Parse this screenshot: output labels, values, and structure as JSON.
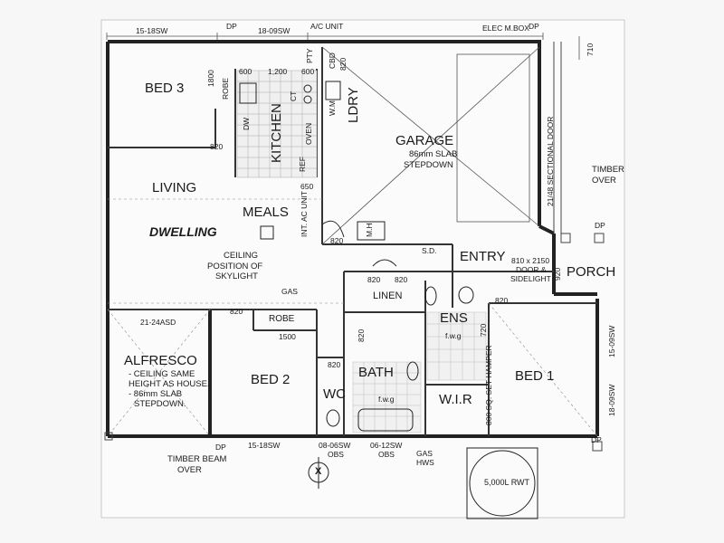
{
  "rooms": {
    "bed3": "BED 3",
    "kitchen": "KITCHEN",
    "ldry": "LDRY",
    "garage": "GARAGE",
    "living": "LIVING",
    "meals": "MEALS",
    "dwelling": "DWELLING",
    "entry": "ENTRY",
    "porch": "PORCH",
    "linen": "LINEN",
    "ens": "ENS",
    "alfresco": "ALFRESCO",
    "bed2": "BED 2",
    "robe": "ROBE",
    "wc": "WC",
    "bath": "BATH",
    "wir": "W.I.R",
    "bed1": "BED 1"
  },
  "fixtures": {
    "robe_bed3": "ROBE",
    "dw": "DW",
    "ct": "CT",
    "oven": "OVEN",
    "ref": "REF",
    "pty": "PTY",
    "cbd": "CBD",
    "wm": "W.M",
    "mh": "M.H",
    "int_ac_unit": "INT. AC UNIT",
    "sd": "S.D.",
    "gas_top": "GAS",
    "fwg_ens": "f.w.g",
    "fwg_bath": "f.w.g",
    "rwt": "5,000L RWT",
    "north_symbol": "X"
  },
  "notes": {
    "garage_slab_1": "86mm SLAB",
    "garage_slab_2": "STEPDOWN",
    "skylight_1": "CEILING",
    "skylight_2": "POSITION OF",
    "skylight_3": "SKYLIGHT",
    "alfresco_1": "- CEILING SAME",
    "alfresco_2": "HEIGHT AS HOUSE.",
    "alfresco_3": "- 86mm SLAB",
    "alfresco_4": "STEPDOWN.",
    "door_1": "810 x 2150",
    "door_2": "DOOR &",
    "door_3": "SIDELIGHT",
    "timber_over_1": "TIMBER",
    "timber_over_2": "OVER",
    "timber_beam_1": "TIMBER BEAM",
    "timber_beam_2": "OVER",
    "sectional_door": "21/48 SECTIONAL DOOR",
    "hamper": "800 SQ. SET HAMPER",
    "asd": "21-24ASD",
    "gas_hws_1": "GAS",
    "gas_hws_2": "HWS"
  },
  "top_labels": {
    "sw_15_18_top": "15-18SW",
    "dp_top_1": "DP",
    "sw_18_09_top": "18-09SW",
    "ac_unit": "A/C UNIT",
    "elec_m_box": "ELEC M.BOX",
    "dp_top_2": "DP",
    "dim_710": "710"
  },
  "bottom_labels": {
    "dp_bottom_1": "DP",
    "sw_15_18_bottom": "15-18SW",
    "sw_08_06": "08-06SW",
    "obs_1": "OBS",
    "sw_06_12": "06-12SW",
    "obs_2": "OBS",
    "dp_bottom_2": "DP"
  },
  "side_labels": {
    "dp_right": "DP",
    "sw_15_09_right": "15-09SW",
    "sw_18_09_right": "18-09SW"
  },
  "dimensions": {
    "d1800": "1800",
    "d600a": "600",
    "d1200": "1,200",
    "d600b": "600",
    "d820_cbd": "820",
    "d820_bed3": "820",
    "d650": "650",
    "d820_meals": "820",
    "d820_linen1": "820",
    "d820_linen2": "820",
    "d820_alf": "820",
    "d1500": "1500",
    "d820_bath": "820",
    "d820_corr": "820",
    "d720": "720",
    "d820_bed1": "820",
    "d920": "920"
  }
}
